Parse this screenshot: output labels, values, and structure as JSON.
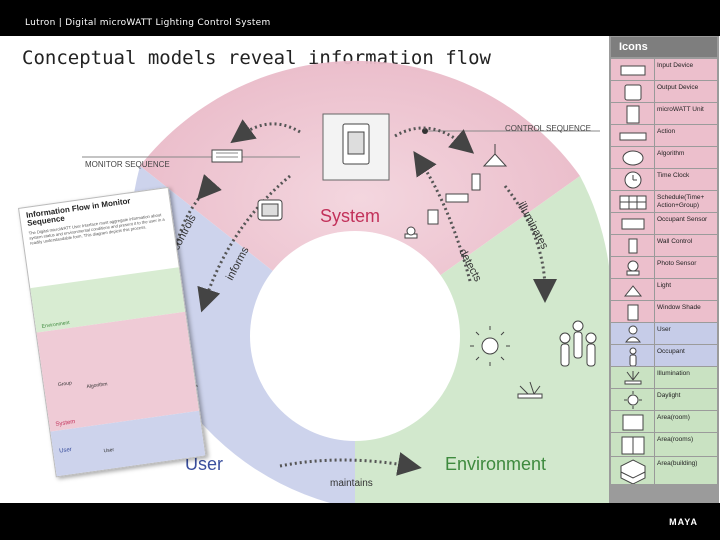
{
  "header": {
    "text": "Lutron | Digital microWATT Lighting Control System"
  },
  "title": "Conceptual models reveal information flow",
  "footer": {
    "brand": "MAYA"
  },
  "diagram": {
    "regions": {
      "system": "System",
      "user": "User",
      "environment": "Environment"
    },
    "sequences": {
      "control": "CONTROL SEQUENCE",
      "monitor": "MONITOR SEQUENCE"
    },
    "arrows": {
      "controls": "controls",
      "informs": "informs",
      "illuminates": "illuminates",
      "detects": "detects",
      "maintains": "maintains"
    },
    "colors": {
      "system": "#ecc2cf",
      "user": "#c8cfe8",
      "environment": "#cde5c8"
    }
  },
  "report": {
    "title": "Information Flow in Monitor Sequence",
    "body": "The Digital microWATT User Interface must aggregate information about system status and environmental conditions and present it to the user in a readily understandable form. This diagram depicts this process.",
    "bands": {
      "environment": "Environment",
      "system": "System",
      "user": "User"
    },
    "labels": {
      "group": "Group",
      "algorithm": "Algorithm",
      "user": "User"
    }
  },
  "legend": {
    "title": "Icons",
    "items": [
      {
        "label": "Input Device",
        "icon": "input-device-icon",
        "color": "#ecbfcc"
      },
      {
        "label": "Output Device",
        "icon": "output-device-icon",
        "color": "#ecbfcc"
      },
      {
        "label": "microWATT Unit",
        "icon": "microwatt-unit-icon",
        "color": "#ecbfcc"
      },
      {
        "label": "Action",
        "icon": "action-icon",
        "color": "#ecbfcc"
      },
      {
        "label": "Algorithm",
        "icon": "algorithm-icon",
        "color": "#ecbfcc"
      },
      {
        "label": "Time Clock",
        "icon": "time-clock-icon",
        "color": "#ecbfcc"
      },
      {
        "label": "Schedule(Time+ Action+Group)",
        "icon": "schedule-icon",
        "color": "#ecbfcc"
      },
      {
        "label": "Occupant Sensor",
        "icon": "occupant-sensor-icon",
        "color": "#ecbfcc"
      },
      {
        "label": "Wall Control",
        "icon": "wall-control-icon",
        "color": "#ecbfcc"
      },
      {
        "label": "Photo Sensor",
        "icon": "photo-sensor-icon",
        "color": "#ecbfcc"
      },
      {
        "label": "Light",
        "icon": "light-icon",
        "color": "#ecbfcc"
      },
      {
        "label": "Window Shade",
        "icon": "window-shade-icon",
        "color": "#ecbfcc"
      },
      {
        "label": "User",
        "icon": "user-icon",
        "color": "#c6cce8"
      },
      {
        "label": "Occupant",
        "icon": "occupant-icon",
        "color": "#c6cce8"
      },
      {
        "label": "Illumination",
        "icon": "illumination-icon",
        "color": "#c9e2c2"
      },
      {
        "label": "Daylight",
        "icon": "daylight-icon",
        "color": "#c9e2c2"
      },
      {
        "label": "Area(room)",
        "icon": "area-room-icon",
        "color": "#c9e2c2"
      },
      {
        "label": "Area(rooms)",
        "icon": "area-rooms-icon",
        "color": "#c9e2c2"
      },
      {
        "label": "Area(building)",
        "icon": "area-building-icon",
        "color": "#c9e2c2"
      }
    ]
  }
}
